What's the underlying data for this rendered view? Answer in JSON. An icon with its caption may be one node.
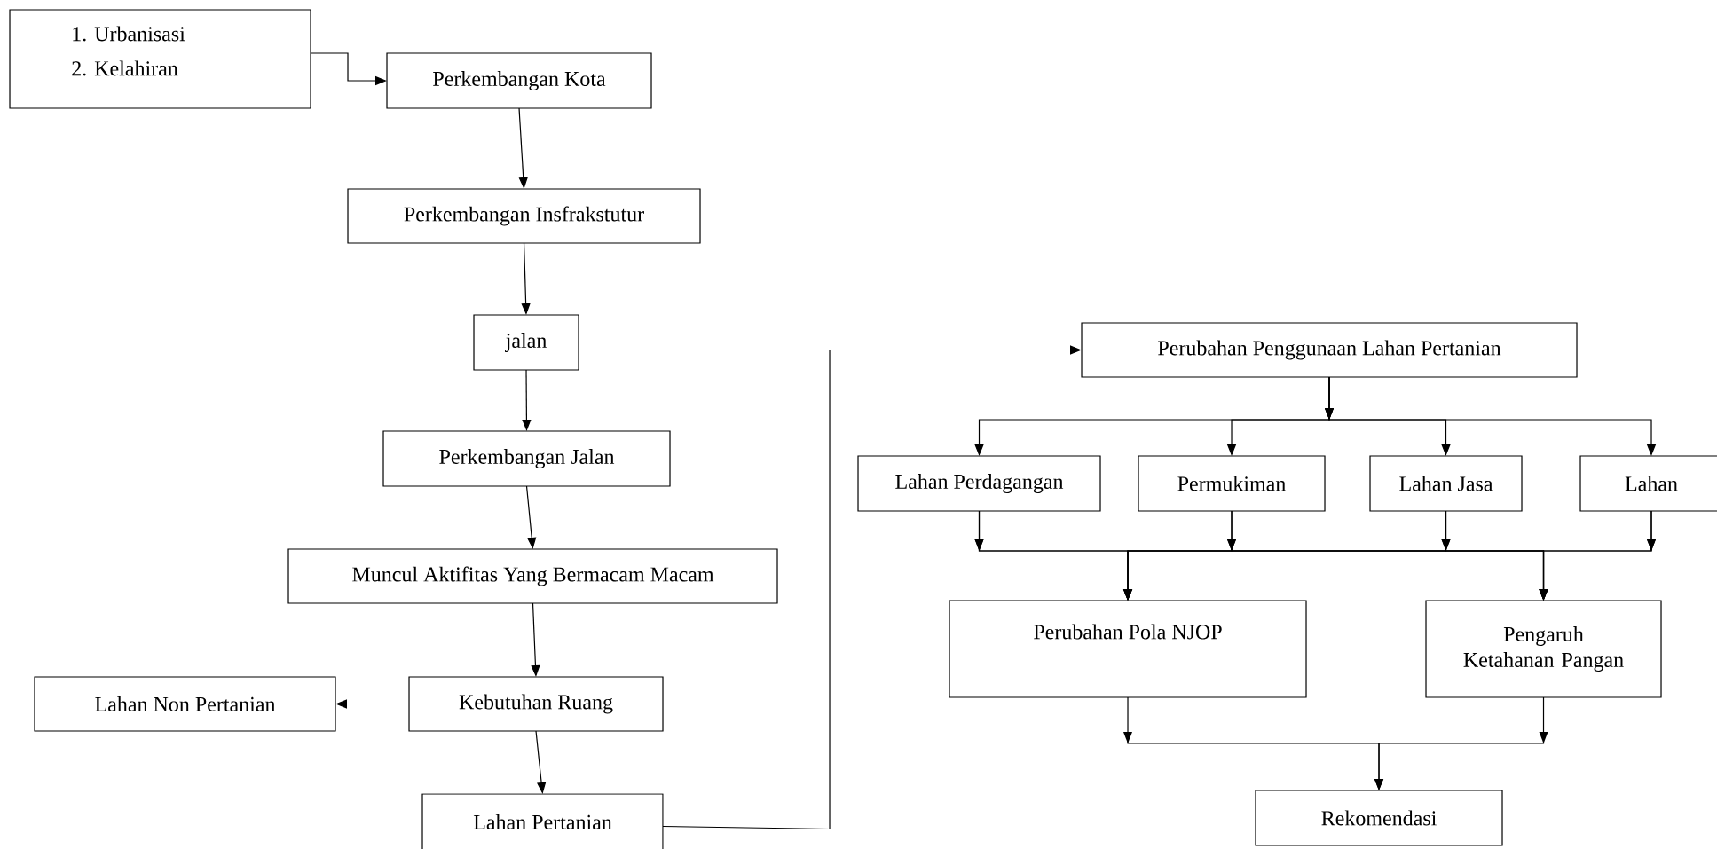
{
  "diagram": {
    "nodes": [
      {
        "text": [
          "1. Urbanisasi",
          "2. Kelahiran"
        ]
      },
      {
        "text": [
          "Perkembangan Kota"
        ]
      },
      {
        "text": [
          "Perkembangan Insfrakstutur"
        ]
      },
      {
        "text": [
          "jalan"
        ]
      },
      {
        "text": [
          "Perkembangan Jalan"
        ]
      },
      {
        "text": [
          "Muncul Aktifitas Yang Bermacam Macam"
        ]
      },
      {
        "text": [
          "Kebutuhan Ruang"
        ]
      },
      {
        "text": [
          "Lahan Non Pertanian"
        ]
      },
      {
        "text": [
          "Lahan Pertanian"
        ]
      },
      {
        "text": [
          "Perubahan  Penggunaan Lahan  Pertanian"
        ]
      },
      {
        "text": [
          "Lahan Perdagangan"
        ]
      },
      {
        "text": [
          "Permukiman"
        ]
      },
      {
        "text": [
          "Lahan Jasa"
        ]
      },
      {
        "text": [
          "Lahan"
        ]
      },
      {
        "text": [
          "Perubahan Pola NJOP"
        ]
      },
      {
        "text": [
          "Pengaruh Ketahanan Pangan"
        ]
      },
      {
        "text": [
          "Rekomendasi"
        ]
      }
    ],
    "edges": [
      {
        "from": 0,
        "to": 1,
        "arrow": "to"
      },
      {
        "from": 1,
        "to": 2,
        "arrow": "to"
      },
      {
        "from": 2,
        "to": 3,
        "arrow": "to"
      },
      {
        "from": 3,
        "to": 4,
        "arrow": "to"
      },
      {
        "from": 4,
        "to": 5,
        "arrow": "to"
      },
      {
        "from": 5,
        "to": 6,
        "arrow": "to"
      },
      {
        "from": 6,
        "to": 7,
        "arrow": "to"
      },
      {
        "from": 6,
        "to": 8,
        "arrow": "to"
      },
      {
        "from": 8,
        "to": 9,
        "arrow": "to"
      },
      {
        "from": 9,
        "to": 10,
        "arrow": "to"
      },
      {
        "from": 9,
        "to": 11,
        "arrow": "to"
      },
      {
        "from": 9,
        "to": 12,
        "arrow": "to"
      },
      {
        "from": 9,
        "to": 13,
        "arrow": "to"
      },
      {
        "from": 10,
        "to": 14,
        "arrow": "to"
      },
      {
        "from": 10,
        "to": 15,
        "arrow": "to"
      },
      {
        "from": 11,
        "to": 14,
        "arrow": "to"
      },
      {
        "from": 11,
        "to": 15,
        "arrow": "to"
      },
      {
        "from": 12,
        "to": 14,
        "arrow": "to"
      },
      {
        "from": 12,
        "to": 15,
        "arrow": "to"
      },
      {
        "from": 13,
        "to": 14,
        "arrow": "to"
      },
      {
        "from": 13,
        "to": 15,
        "arrow": "to"
      },
      {
        "from": 14,
        "to": 16,
        "arrow": "to"
      },
      {
        "from": 15,
        "to": 16,
        "arrow": "to"
      }
    ]
  }
}
